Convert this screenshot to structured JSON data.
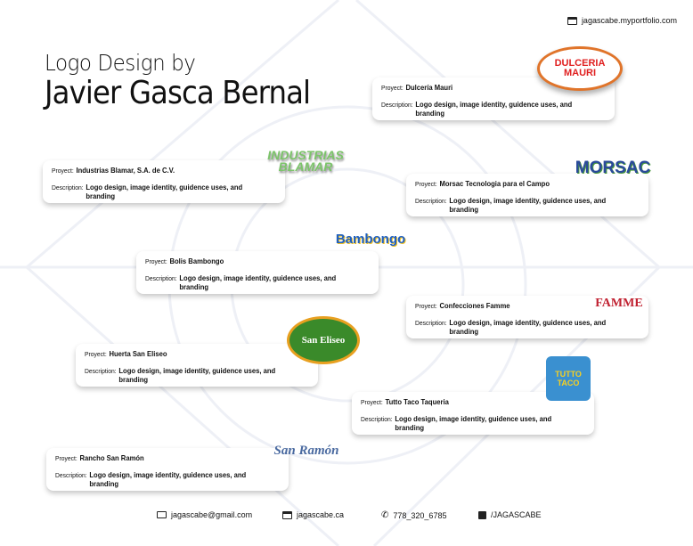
{
  "header": {
    "website": "jagascabe.myportfolio.com",
    "title_line1": "Logo Design by",
    "title_line2": "Javier Gasca Bernal"
  },
  "labels": {
    "project": "Proyect:",
    "description": "Description:"
  },
  "projects": [
    {
      "name": "Dulcería Mauri",
      "description": "Logo design, image identity, guidence uses, and branding",
      "logo_text": "DULCERIA MAURI"
    },
    {
      "name": "Industrias Blamar, S.A. de C.V.",
      "description": "Logo design, image identity, guidence uses, and branding",
      "logo_text": "INDUSTRIAS BLAMAR"
    },
    {
      "name": "Morsac Tecnologia para el Campo",
      "description": "Logo design, image identity, guidence uses, and branding",
      "logo_text": "MORSAC"
    },
    {
      "name": "Bolis Bambongo",
      "description": "Logo design, image identity, guidence uses, and branding",
      "logo_text": "Bambongo"
    },
    {
      "name": "Confecciones Famme",
      "description": "Logo design, image identity, guidence uses, and branding",
      "logo_text": "FAMME"
    },
    {
      "name": "Huerta San Eliseo",
      "description": "Logo design, image identity, guidence uses, and branding",
      "logo_text": "San Eliseo"
    },
    {
      "name": "Tutto Taco Taqueria",
      "description": "Logo design, image identity, guidence uses, and branding",
      "logo_text": "TUTTO TACO"
    },
    {
      "name": "Rancho San Ramón",
      "description": "Logo design, image identity, guidence uses, and branding",
      "logo_text": "San Ramón"
    }
  ],
  "footer": {
    "email": "jagascabe@gmail.com",
    "website": "jagascabe.ca",
    "phone": "778_320_6785",
    "social": "/JAGASCABE"
  }
}
